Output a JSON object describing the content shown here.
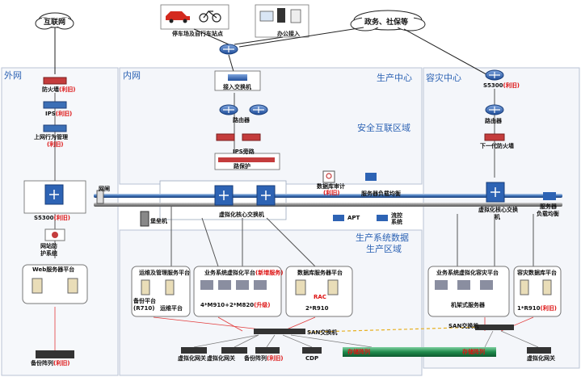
{
  "clouds": {
    "internet": "互联网",
    "gov": "政务、社保等"
  },
  "zones": {
    "outer": "外网",
    "inner": "内网",
    "prod_center": "生产中心",
    "security": "安全互联区域",
    "data_zone_1": "生产系统数据",
    "data_zone_2": "生产区域",
    "dr_center": "容灾中心"
  },
  "top": {
    "vehicles": "停车场及自行车站点",
    "office": "办公接入"
  },
  "outer": {
    "firewall": "防火墙",
    "firewall_tag": "(利旧)",
    "ips": "IPS",
    "ips_tag": "(利旧)",
    "behavior_1": "上网行为管",
    "behavior_2": "理",
    "behavior_tag": "(利旧)",
    "s5300": "S5300",
    "s5300_tag": "(利旧)",
    "gatekeeper": "网闸",
    "antitamper_1": "网站防",
    "antitamper_2": "护系统",
    "web_platform": "Web服务器平台",
    "backup_array": "备份阵列",
    "backup_array_tag": "(利旧)"
  },
  "inner": {
    "access_switch": "接入交换机",
    "router": "路由器",
    "ips_bypass_1": "IPS旁路",
    "ips_bypass_2": "路保护",
    "core_switch": "虚拟化核心交换机",
    "audit": "数据库审计",
    "audit_tag": "(利旧)",
    "lb": "服务器负载均衡",
    "apt": "APT",
    "flow_1": "流控",
    "flow_2": "系统",
    "fort": "堡垒机",
    "mgmt_platform": "运维及管理服务平台",
    "backup_platform_1": "备份平台",
    "backup_platform_2": "(R710)",
    "ops_platform": "运维平台",
    "virt_platform": "业务系统虚拟化平台",
    "virt_platform_tag": "(新增服务)",
    "virt_servers": "4*M910+2*M820",
    "virt_servers_tag": "(升级)",
    "db_platform": "数据库服务器平台",
    "rac": "RAC",
    "db_servers": "2*R910",
    "san": "SAN交换机",
    "gw1": "虚拟化网关",
    "gw2": "虚拟化网关",
    "backup_array": "备份阵列",
    "backup_array_tag": "(利旧)",
    "cdp": "CDP",
    "storage": "存储阵列"
  },
  "dr": {
    "s5300": "S5300",
    "s5300_tag": "(利旧)",
    "router": "路由器",
    "ngfw": "下一代防火墙",
    "core_switch_1": "虚拟化核心交换",
    "core_switch_2": "机",
    "lb_1": "服务器",
    "lb_2": "负载均衡",
    "dr_platform": "业务系统虚拟化容灾平台",
    "rack_servers": "机架式服务器",
    "db_platform": "容灾数据库平台",
    "db_servers": "1*R910",
    "db_servers_tag": "(利旧)",
    "san": "SAN交换机",
    "gw": "虚拟化网关",
    "storage": "存储阵列"
  }
}
